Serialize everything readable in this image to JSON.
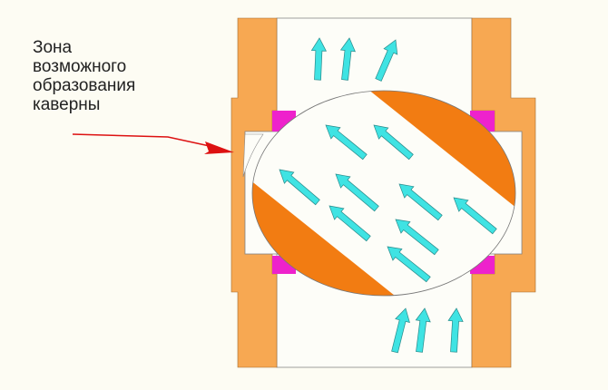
{
  "annotation": {
    "lines": [
      "Зона",
      "возможного",
      "образования",
      "каверны"
    ]
  },
  "colors": {
    "background": "#fdfcf3",
    "pipe": "#f7a852",
    "ball_band": "#f27c12",
    "seal": "#ee22cc",
    "flow_arrow": "#3fe3e3",
    "pointer": "#dd1111"
  }
}
